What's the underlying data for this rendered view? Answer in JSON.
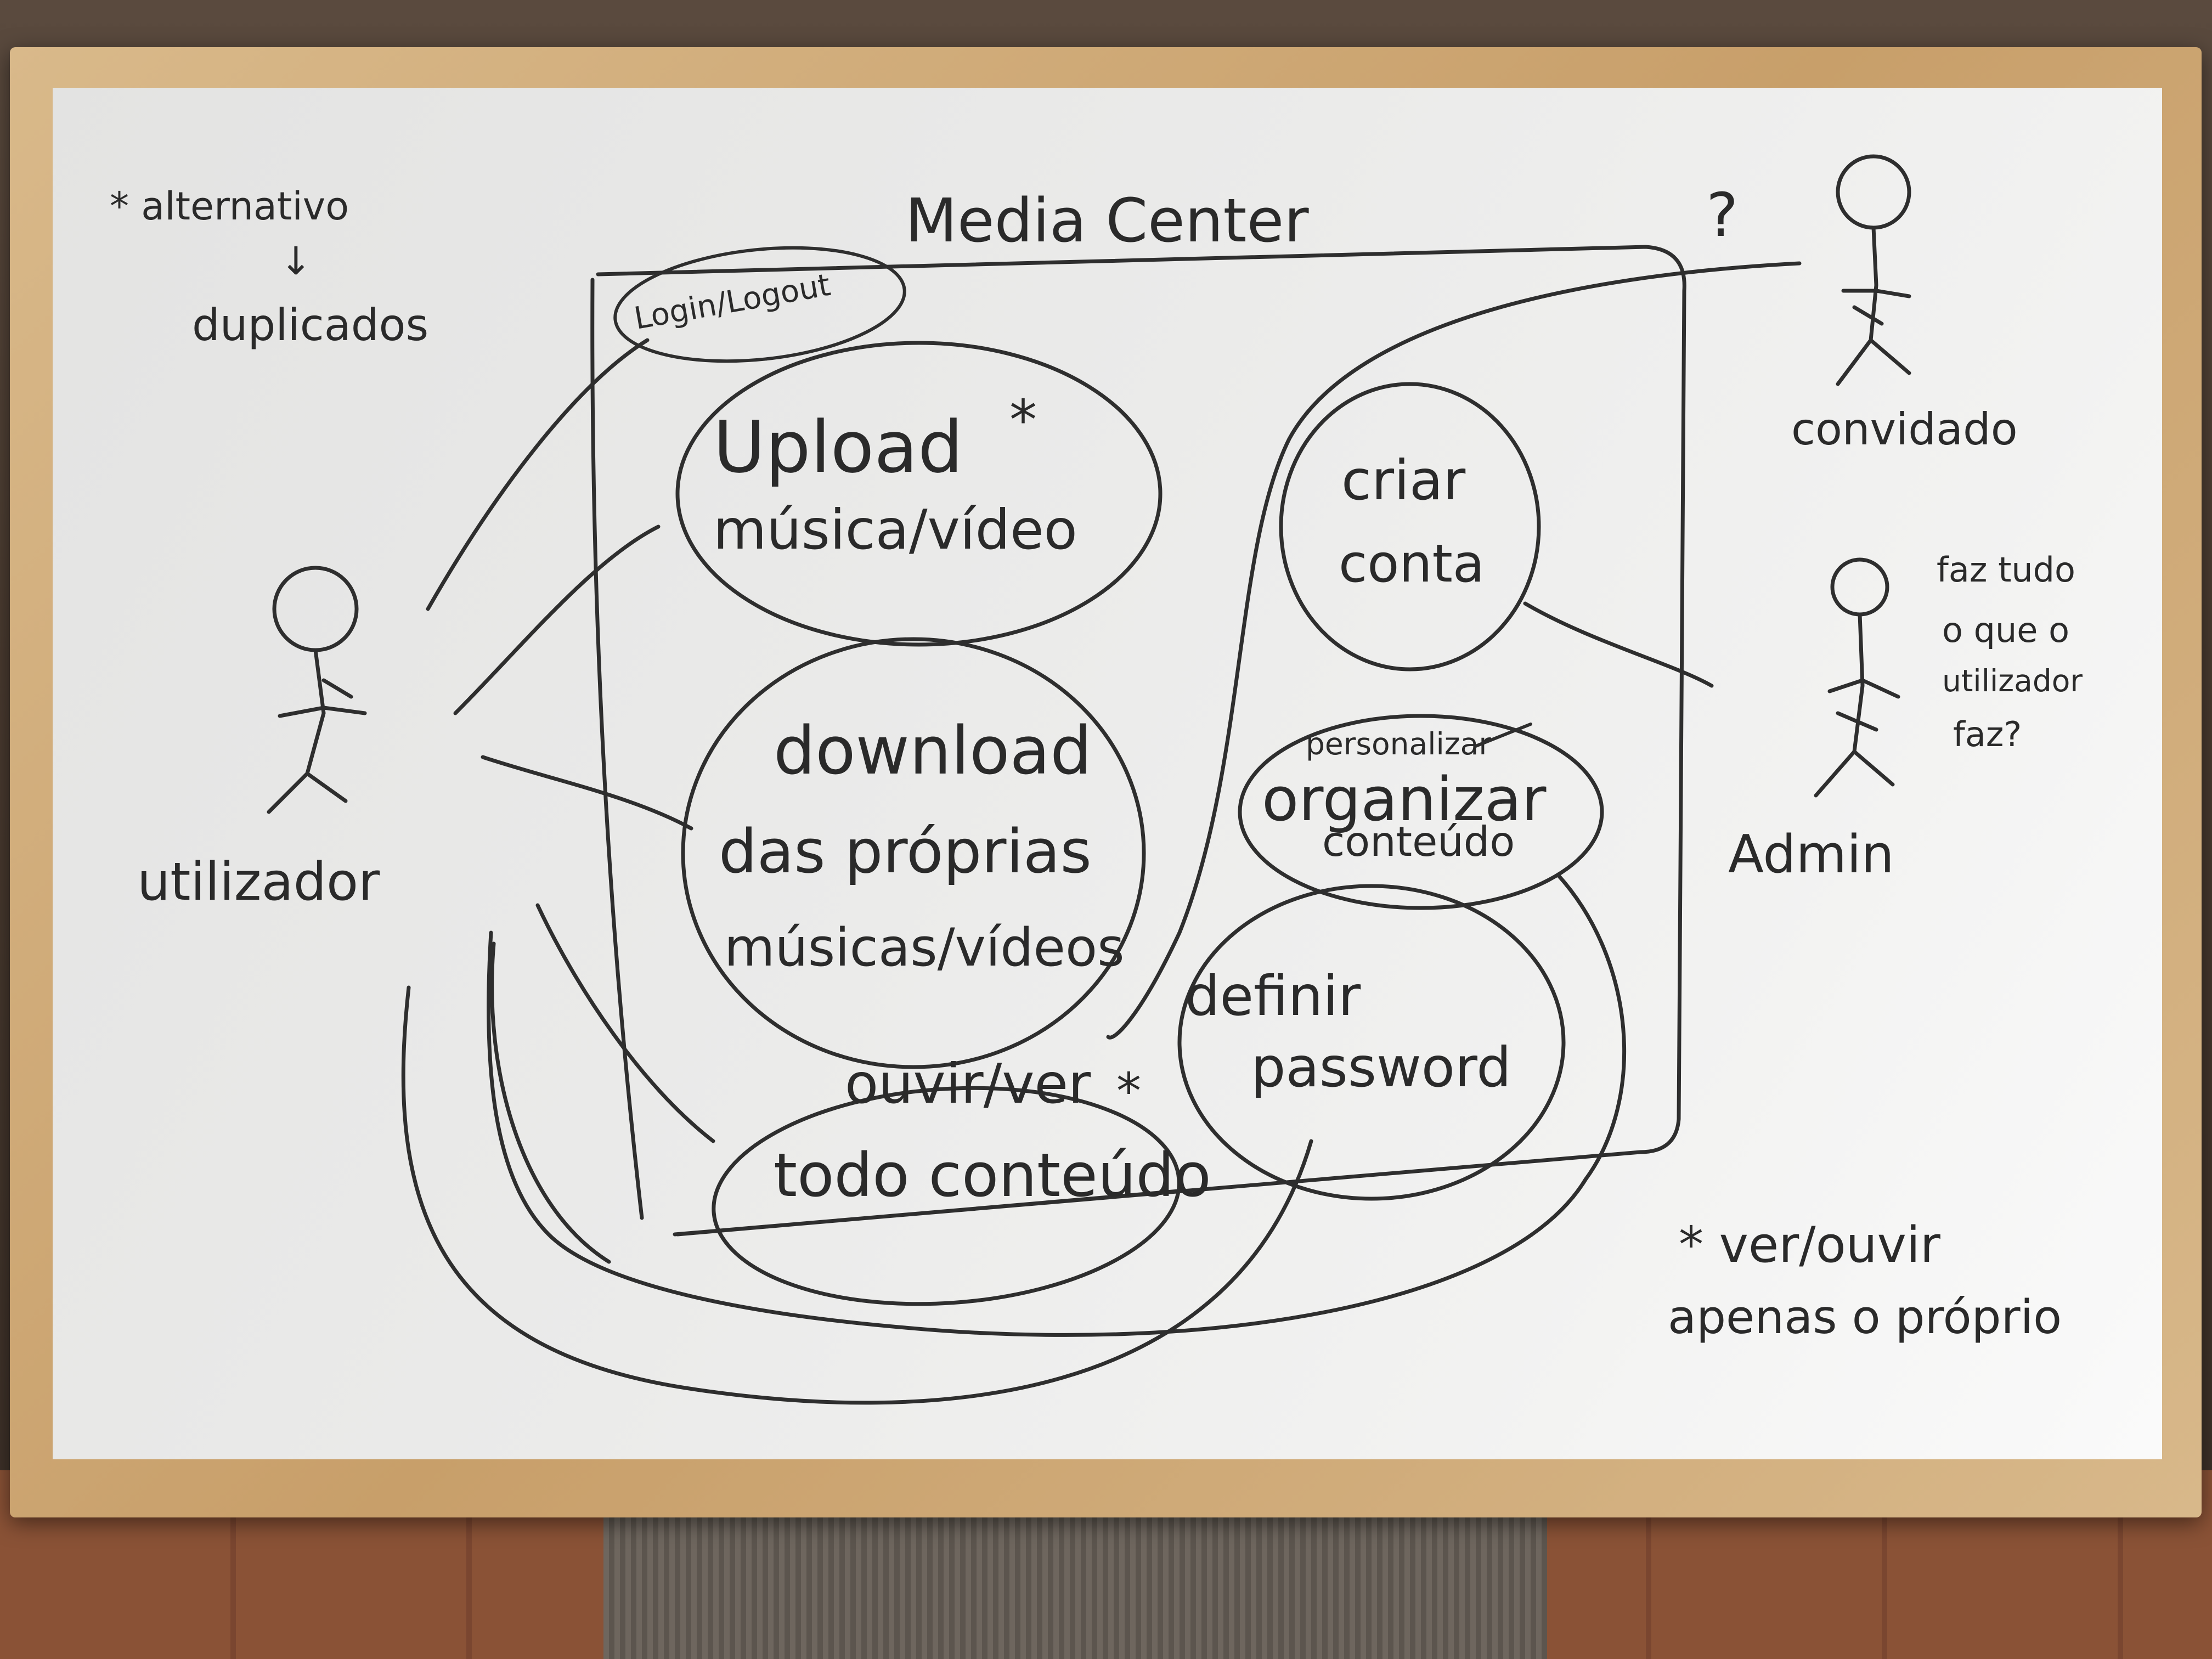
{
  "system": {
    "title": "Media Center"
  },
  "actors": {
    "utilizador": "utilizador",
    "convidado": "convidado",
    "admin": "Admin"
  },
  "use_cases": {
    "login": "Login/Logout",
    "upload_l1": "Upload",
    "upload_star": "*",
    "upload_l2": "música/vídeo",
    "download_l1": "download",
    "download_l2": "das próprias",
    "download_l3": "músicas/vídeos",
    "ouvir_l1": "ouvir/ver",
    "ouvir_star": "*",
    "ouvir_l2": "todo conteúdo",
    "criar_l1": "criar",
    "criar_l2": "conta",
    "personalizar": "personalizar",
    "organizar_l1": "organizar",
    "organizar_l2": "conteúdo",
    "definir_l1": "definir",
    "definir_l2": "password"
  },
  "notes": {
    "alt_l1": "* alternativo",
    "alt_arrow": "↓",
    "alt_l2": "duplicados",
    "question": "?",
    "admin_l1": "faz tudo",
    "admin_l2": "o que o",
    "admin_l3": "utilizador",
    "admin_l4": "faz?",
    "star_l1": "* ver/ouvir",
    "star_l2": "apenas o próprio"
  }
}
